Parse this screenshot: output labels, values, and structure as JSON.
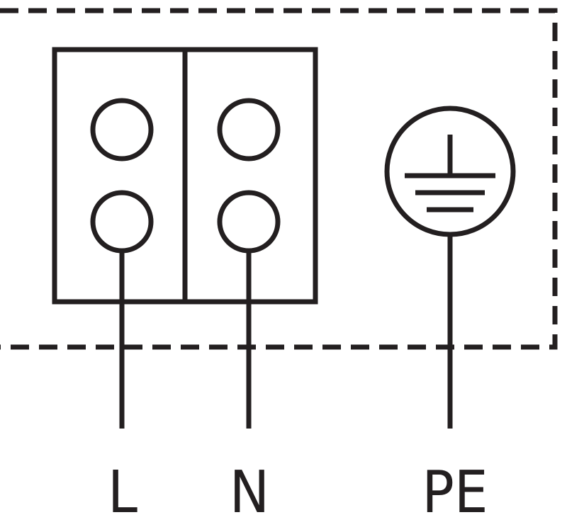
{
  "colors": {
    "stroke": "#231f20",
    "background": "#ffffff"
  },
  "terminals": [
    {
      "id": "line",
      "label": "L"
    },
    {
      "id": "neutral",
      "label": "N"
    },
    {
      "id": "protective-earth",
      "label": "PE",
      "icon": "ground-icon"
    }
  ]
}
